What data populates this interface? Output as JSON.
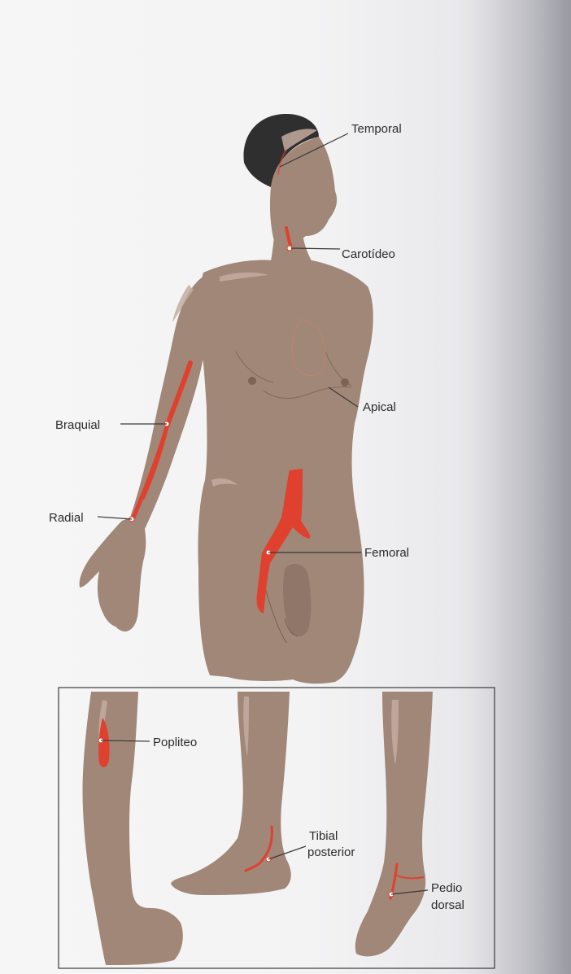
{
  "labels": {
    "temporal": "Temporal",
    "carotideo": "Carotídeo",
    "apical": "Apical",
    "braquial": "Braquial",
    "radial": "Radial",
    "femoral": "Femoral",
    "popliteo": "Popliteo",
    "tibial_line1": "Tibial",
    "tibial_line2": "posterior",
    "pedio_line1": "Pedio",
    "pedio_line2": "dorsal"
  },
  "colors": {
    "skin": "#a08778",
    "hair": "#2f2f2f",
    "artery": "#e0402e",
    "label_text": "#2b2b2b",
    "inset_border": "#3a3a3a"
  }
}
